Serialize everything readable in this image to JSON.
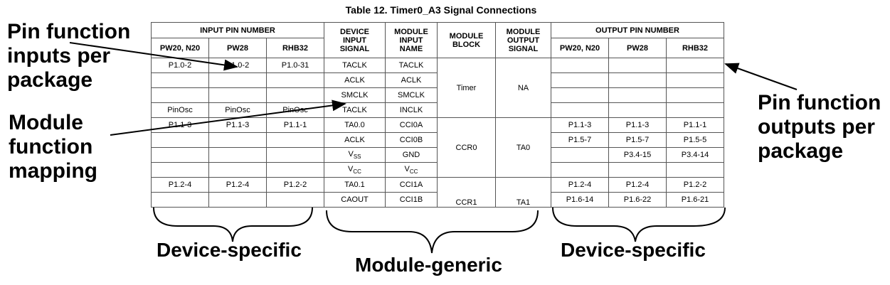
{
  "title": "Table 12. Timer0_A3 Signal Connections",
  "headers": {
    "input_pin_number": "INPUT PIN NUMBER",
    "device_input_signal": "DEVICE INPUT SIGNAL",
    "module_input_name": "MODULE INPUT NAME",
    "module_block": "MODULE BLOCK",
    "module_output_signal": "MODULE OUTPUT SIGNAL",
    "output_pin_number": "OUTPUT PIN NUMBER",
    "pkg_pw20": "PW20, N20",
    "pkg_pw28": "PW28",
    "pkg_rhb32": "RHB32"
  },
  "rows": [
    {
      "in1": "P1.0-2",
      "in2": "P1.0-2",
      "in3": "P1.0-31",
      "sig": "TACLK",
      "name": "TACLK",
      "out1": "",
      "out2": "",
      "out3": ""
    },
    {
      "in1": "",
      "in2": "",
      "in3": "",
      "sig": "ACLK",
      "name": "ACLK",
      "out1": "",
      "out2": "",
      "out3": ""
    },
    {
      "in1": "",
      "in2": "",
      "in3": "",
      "sig": "SMCLK",
      "name": "SMCLK",
      "out1": "",
      "out2": "",
      "out3": ""
    },
    {
      "in1": "PinOsc",
      "in2": "PinOsc",
      "in3": "PinOsc",
      "sig": "TACLK",
      "name": "INCLK",
      "out1": "",
      "out2": "",
      "out3": ""
    },
    {
      "in1": "P1.1-3",
      "in2": "P1.1-3",
      "in3": "P1.1-1",
      "sig": "TA0.0",
      "name": "CCI0A",
      "out1": "P1.1-3",
      "out2": "P1.1-3",
      "out3": "P1.1-1"
    },
    {
      "in1": "",
      "in2": "",
      "in3": "",
      "sig": "ACLK",
      "name": "CCI0B",
      "out1": "P1.5-7",
      "out2": "P1.5-7",
      "out3": "P1.5-5"
    },
    {
      "in1": "",
      "in2": "",
      "in3": "",
      "sig": "Vss",
      "name": "GND",
      "out1": "",
      "out2": "P3.4-15",
      "out3": "P3.4-14"
    },
    {
      "in1": "",
      "in2": "",
      "in3": "",
      "sig": "Vcc",
      "name": "Vcc",
      "out1": "",
      "out2": "",
      "out3": ""
    },
    {
      "in1": "P1.2-4",
      "in2": "P1.2-4",
      "in3": "P1.2-2",
      "sig": "TA0.1",
      "name": "CCI1A",
      "out1": "P1.2-4",
      "out2": "P1.2-4",
      "out3": "P1.2-2"
    },
    {
      "in1": "",
      "in2": "",
      "in3": "",
      "sig": "CAOUT",
      "name": "CCI1B",
      "out1": "P1.6-14",
      "out2": "P1.6-22",
      "out3": "P1.6-21"
    }
  ],
  "blocks": {
    "timer": {
      "block": "Timer",
      "output": "NA"
    },
    "ccr0": {
      "block": "CCR0",
      "output": "TA0"
    },
    "ccr1": {
      "block": "CCR1",
      "output": "TA1"
    }
  },
  "annotations": {
    "pin_inputs": [
      "Pin function",
      "inputs per",
      "package"
    ],
    "module_mapping": [
      "Module",
      "function",
      "mapping"
    ],
    "pin_outputs": [
      "Pin function",
      "outputs per",
      "package"
    ],
    "device_specific_left": "Device-specific",
    "module_generic": "Module-generic",
    "device_specific_right": "Device-specific"
  }
}
